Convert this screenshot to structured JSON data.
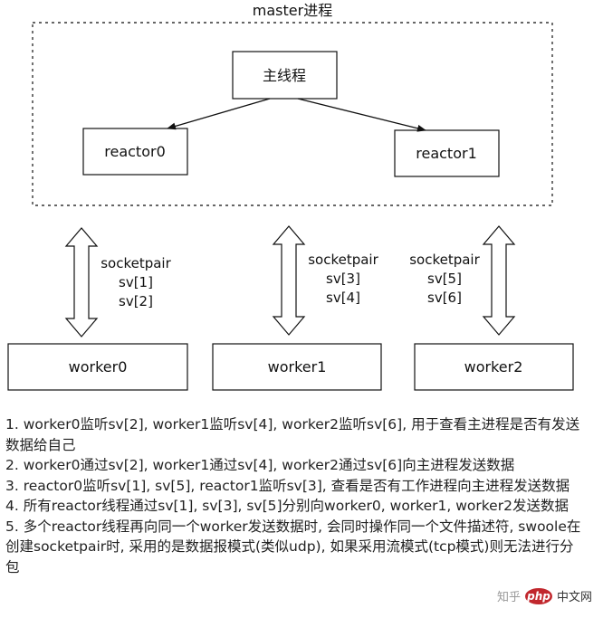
{
  "diagram": {
    "master_label": "master进程",
    "main_thread": "主线程",
    "reactor0": "reactor0",
    "reactor1": "reactor1",
    "links": [
      {
        "line1": "socketpair",
        "line2": "sv[1]",
        "line3": "sv[2]"
      },
      {
        "line1": "socketpair",
        "line2": "sv[3]",
        "line3": "sv[4]"
      },
      {
        "line1": "socketpair",
        "line2": "sv[5]",
        "line3": "sv[6]"
      }
    ],
    "worker0": "worker0",
    "worker1": "worker1",
    "worker2": "worker2"
  },
  "notes": [
    "1. worker0监听sv[2], worker1监听sv[4], worker2监听sv[6], 用于查看主进程是否有发送数据给自己",
    "2. worker0通过sv[2], worker1通过sv[4], worker2通过sv[6]向主进程发送数据",
    "3. reactor0监听sv[1], sv[5], reactor1监听sv[3], 查看是否有工作进程向主进程发送数据",
    "4. 所有reactor线程通过sv[1], sv[3], sv[5]分别向worker0, worker1, worker2发送数据",
    "5. 多个reactor线程再向同一个worker发送数据时, 会同时操作同一个文件描述符, swoole在创建socketpair时, 采用的是数据报模式(类似udp), 如果采用流模式(tcp模式)则无法进行分包"
  ],
  "watermark": {
    "logo": "php",
    "site": "中文网",
    "source": "知乎"
  }
}
